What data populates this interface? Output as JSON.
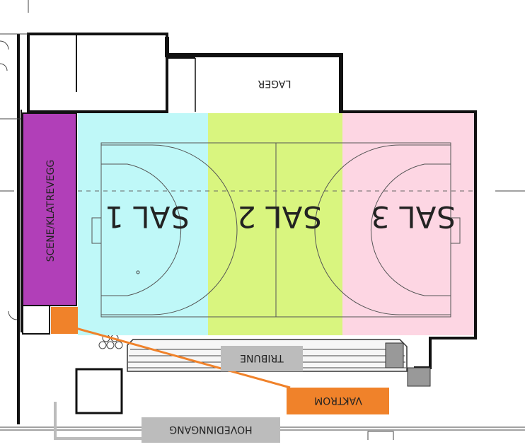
{
  "rooms": {
    "sal1": {
      "label": "SAL 1",
      "color": "#bff8f8"
    },
    "sal2": {
      "label": "SAL 2",
      "color": "#d9f57f"
    },
    "sal3": {
      "label": "SAL 3",
      "color": "#fdd6e3"
    },
    "scene": {
      "label": "SCENE/KLATREVEGG",
      "color": "#b13fb8"
    },
    "lager": {
      "label": "LAGER"
    }
  },
  "callouts": {
    "tribune": {
      "label": "TRIBUNE",
      "color": "#bcbcbc"
    },
    "vaktrom": {
      "label": "VAKTROM",
      "color": "#f0822a"
    },
    "hovedinngang": {
      "label": "HOVEDINNGANG",
      "color": "#bcbcbc"
    }
  },
  "note": "Text labels in the original are rendered upside-down (rotated 180°)."
}
